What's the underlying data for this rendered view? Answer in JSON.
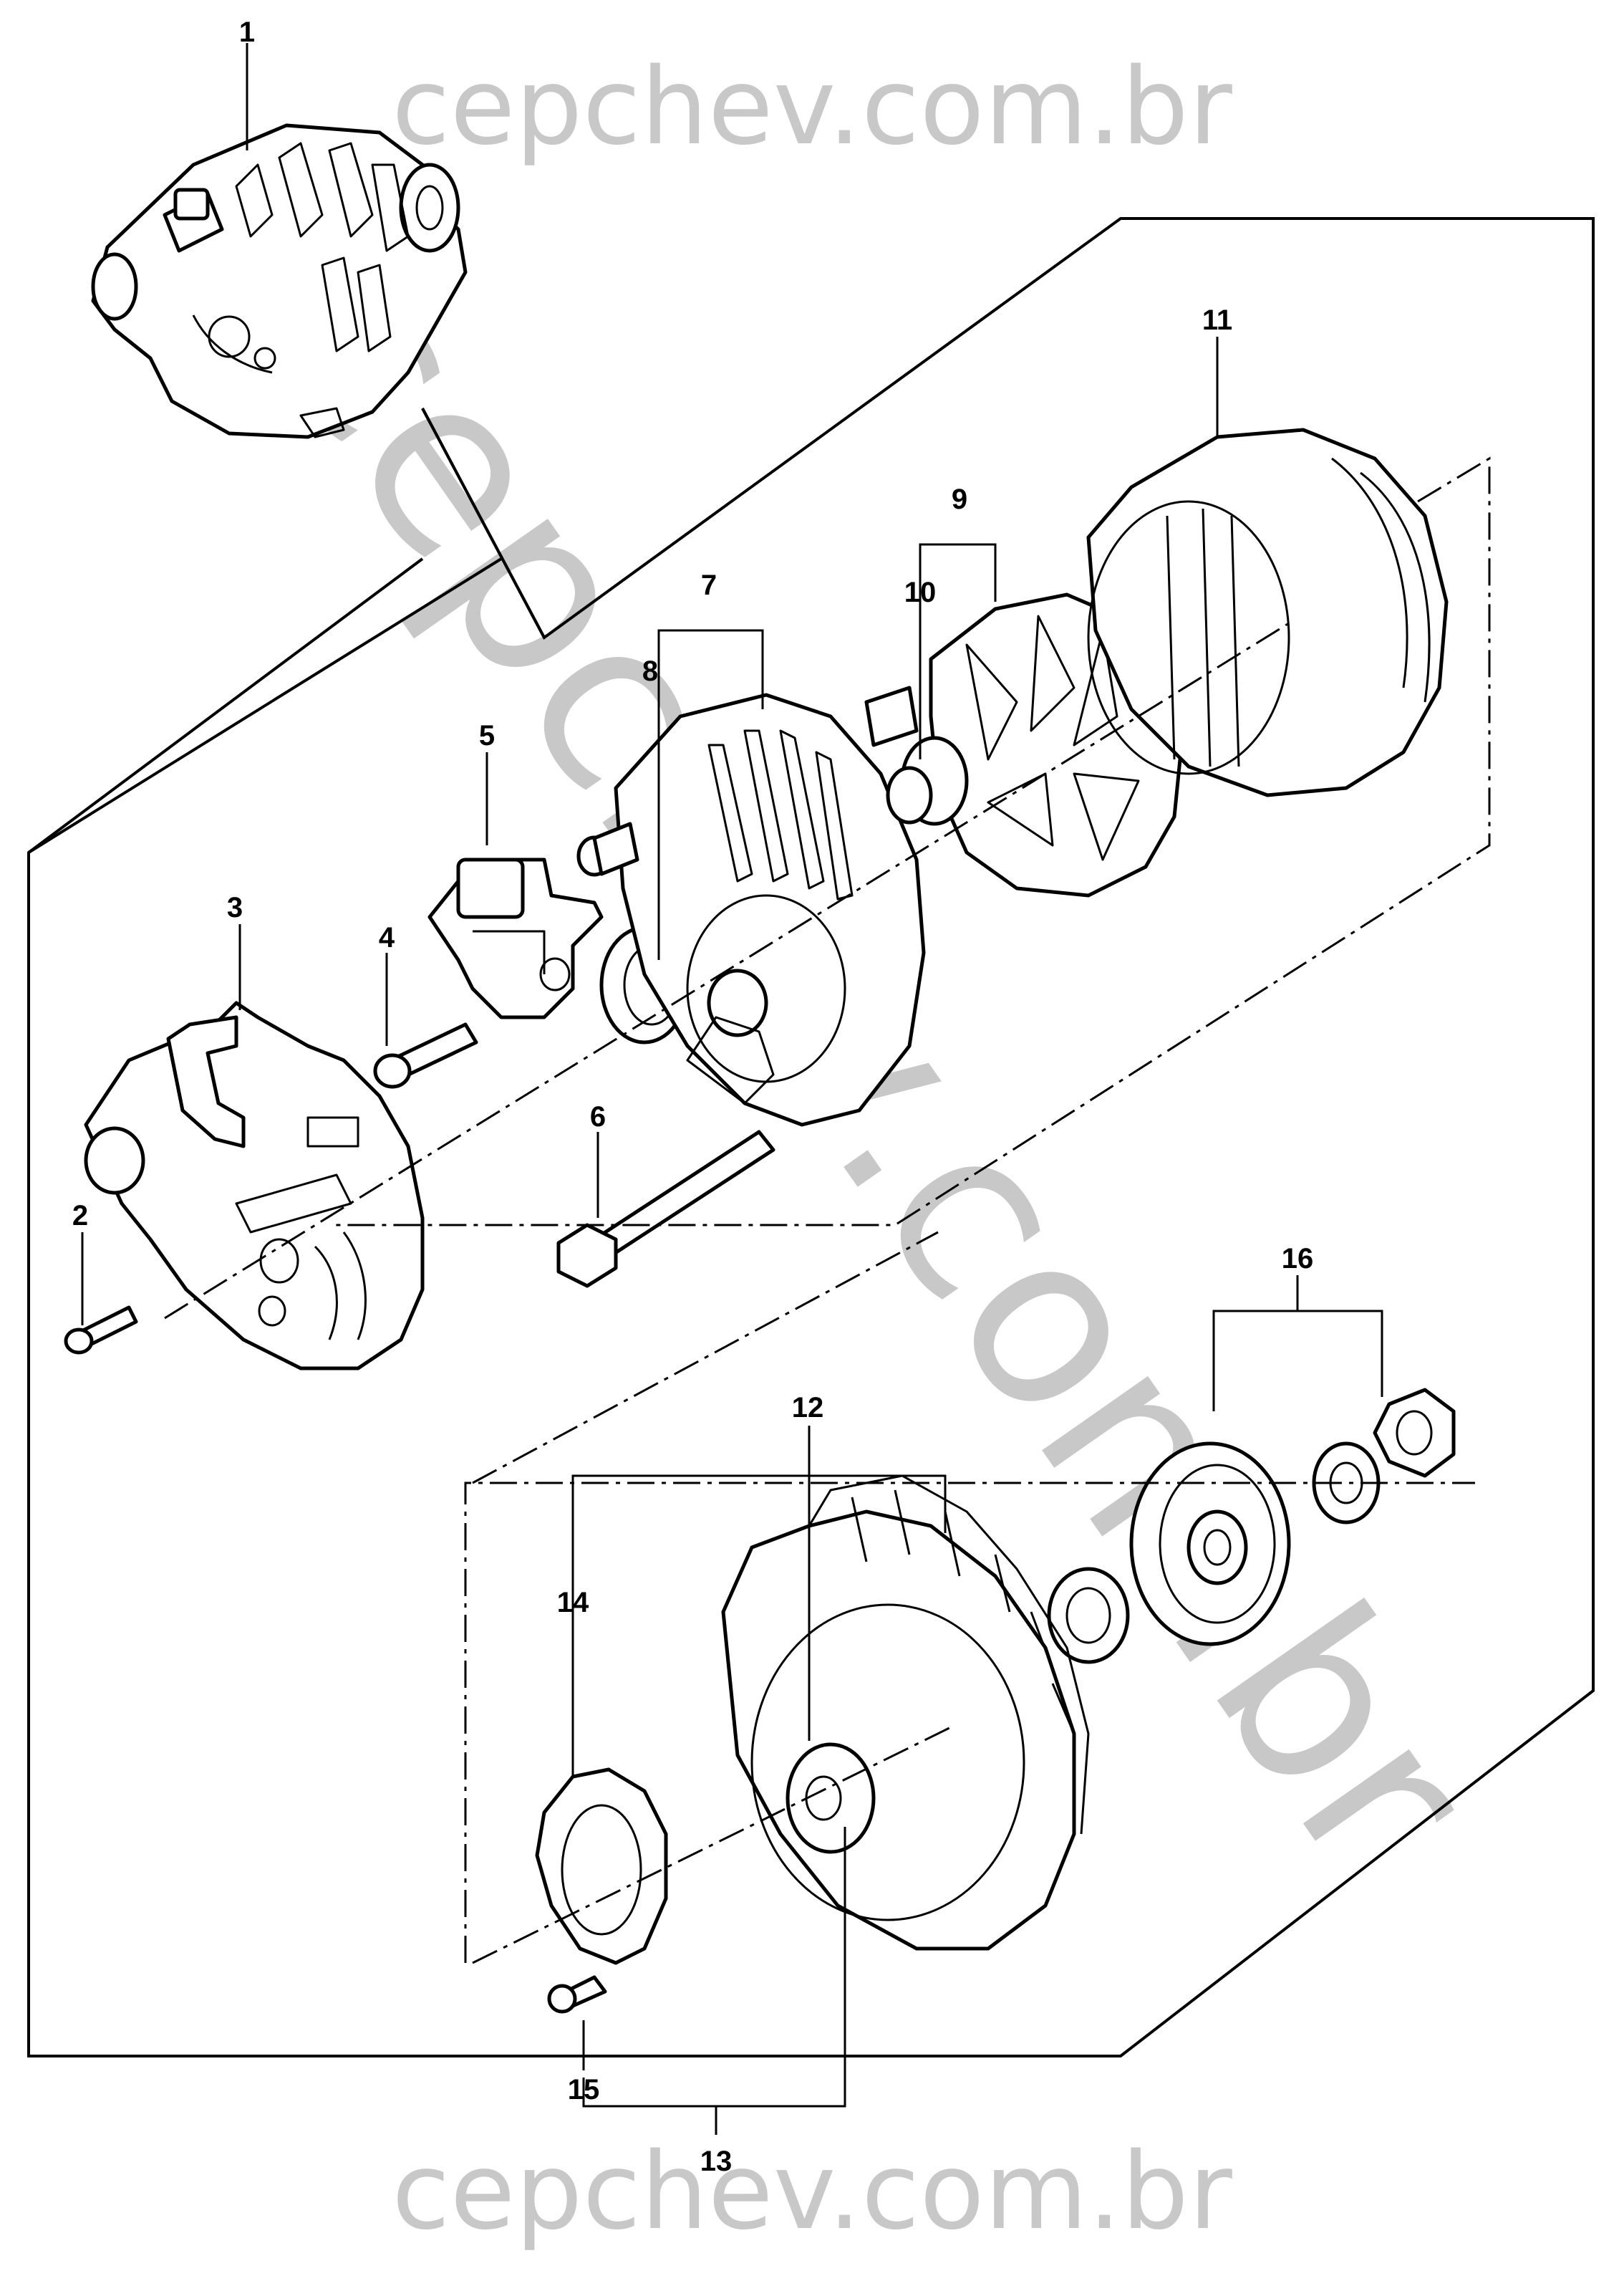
{
  "watermarks": {
    "top": "cepchev.com.br",
    "diagonal": "cepchev.com.br",
    "bottom": "cepchev.com.br"
  },
  "callouts": {
    "c1": "1",
    "c2": "2",
    "c3": "3",
    "c4": "4",
    "c5": "5",
    "c6": "6",
    "c7": "7",
    "c8": "8",
    "c9": "9",
    "c10": "10",
    "c11": "11",
    "c12": "12",
    "c13": "13",
    "c14": "14",
    "c15": "15",
    "c16": "16"
  }
}
